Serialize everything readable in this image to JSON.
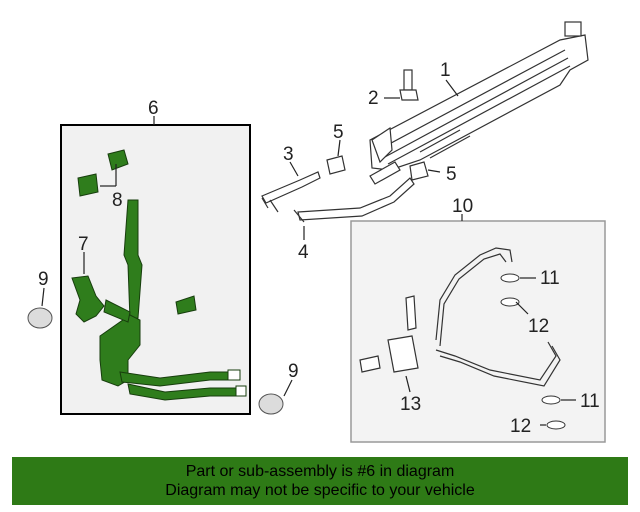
{
  "callouts": {
    "n1": "1",
    "n2": "2",
    "n3": "3",
    "n4": "4",
    "n5a": "5",
    "n5b": "5",
    "n6": "6",
    "n7": "7",
    "n8": "8",
    "n9a": "9",
    "n9b": "9",
    "n10": "10",
    "n11a": "11",
    "n11b": "11",
    "n12a": "12",
    "n12b": "12",
    "n13": "13"
  },
  "footer": {
    "line1": "Part or sub-assembly is #6 in diagram",
    "line2": "Diagram may not be specific to your vehicle"
  },
  "colors": {
    "highlight": "#2e7a16",
    "part_green": "#2f7d1c",
    "line": "#333333",
    "box_fill": "#f1f1f1"
  }
}
